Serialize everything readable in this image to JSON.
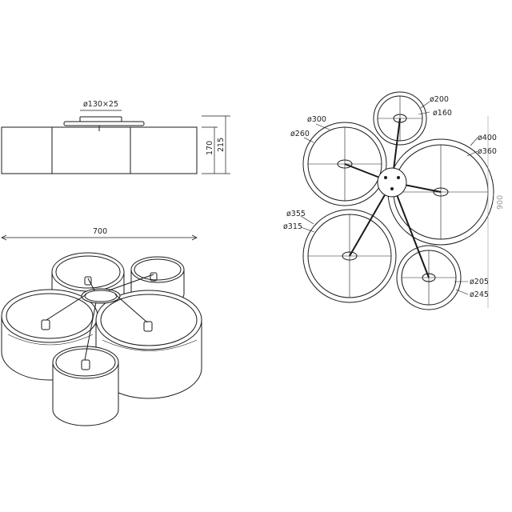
{
  "side_view": {
    "mount_dim": "ø130×25",
    "height_body": "170",
    "height_total": "215",
    "width": "700"
  },
  "top_view": {
    "shade_a_outer": "ø300",
    "shade_a_inner": "ø260",
    "shade_b_outer": "ø200",
    "shade_b_inner": "ø160",
    "shade_c_outer": "ø400",
    "shade_c_inner": "ø360",
    "shade_d_outer": "ø355",
    "shade_d_inner": "ø315",
    "shade_e_inner": "ø205",
    "shade_e_outer": "ø245",
    "overall_span": "900"
  },
  "colors": {
    "line": "#1a1a1a",
    "dim": "#333333",
    "grey": "#999999"
  }
}
